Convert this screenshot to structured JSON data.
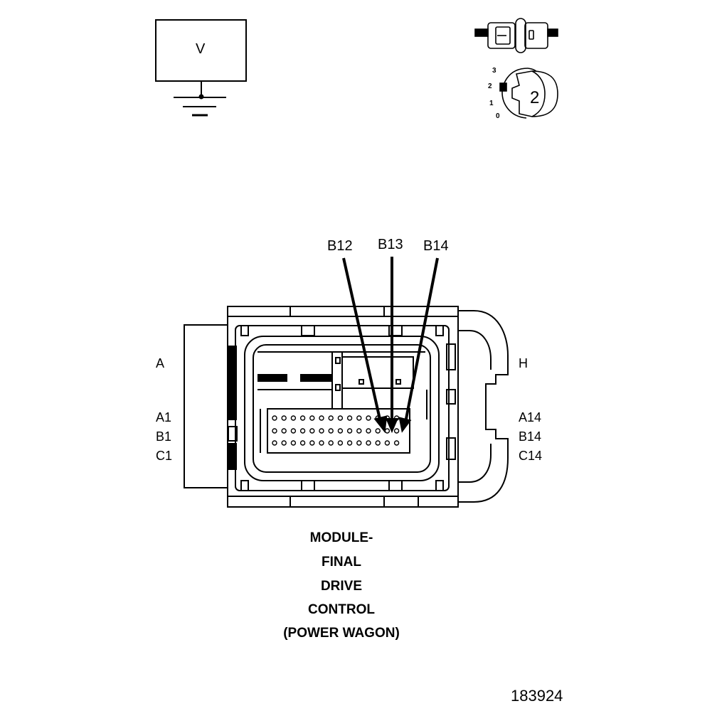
{
  "meter": {
    "label": "V"
  },
  "key_positions": [
    "3",
    "2",
    "1",
    "0"
  ],
  "key_label": "2",
  "pin_callouts": [
    "B12",
    "B13",
    "B14"
  ],
  "row_labels": {
    "left": [
      "A",
      "A1",
      "B1",
      "C1"
    ],
    "right": [
      "H",
      "A14",
      "B14",
      "C14"
    ]
  },
  "title": [
    "MODULE-",
    "FINAL",
    "DRIVE",
    "CONTROL",
    "(POWER WAGON)"
  ],
  "figure_id": "183924"
}
